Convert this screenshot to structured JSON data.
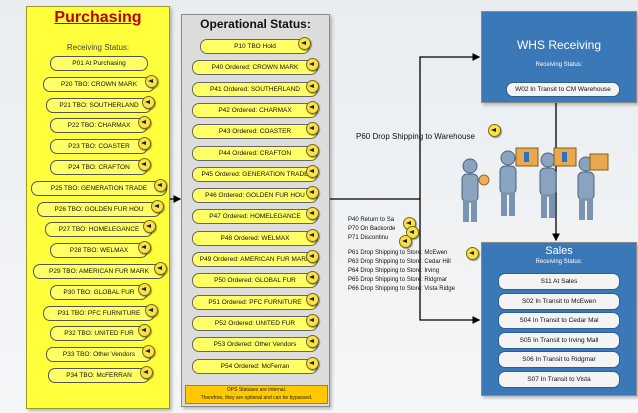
{
  "purchasing": {
    "title": "Purchasing",
    "subtitle": "Receiving Status:",
    "items": [
      "P01 At Purchasing",
      "P20 TBO: CROWN MARK",
      "P21 TBO: SOUTHERLAND",
      "P22 TBO: CHARMAX",
      "P23 TBO: COASTER",
      "P24 TBO: CRAFTON",
      "P25 TBO: GENERATION TRADE",
      "P26 TBO: GOLDEN FUR HOU",
      "P27 TBO: HOMELEGANCE",
      "P28 TBO: WELMAX",
      "P29 TBO: AMERICAN FUR MARK",
      "P30 TBO: GLOBAL FUR",
      "P31 TBO: PFC FURNITURE",
      "P32 TBO: UNITED FUR",
      "P33 TBO: Other Vendors",
      "P34 TBO: McFERRAN"
    ]
  },
  "operational": {
    "title": "Operational Status:",
    "items": [
      "P10 TBO Hold",
      "P40 Ordered: CROWN MARK",
      "P41 Ordered: SOUTHERLAND",
      "P42 Ordered: CHARMAX",
      "P43 Ordered: COASTER",
      "P44 Ordered: CRAFTON",
      "P45 Ordered: GENERATION TRADE",
      "P46 Ordered: GOLDEN FUR HOU",
      "P47 Ordered: HOMELEGANCE",
      "P48 Ordered: WELMAX",
      "P49 Ordered: AMERICAN FUR MARK",
      "P50 Ordered: GLOBAL FUR",
      "P51 Ordered: PFC FURNITURE",
      "P52 Ordered: UNITED FUR",
      "P53 Ordered: Other Vendors",
      "P54 Ordered: McFerran"
    ],
    "note_line1": "OPS Statuses are internal.",
    "note_line2": "Therefore, they are optional and can be bypassed."
  },
  "whs": {
    "title": "WHS Receiving",
    "subtitle": "Receiving Status:",
    "items": [
      "W02 In Transit to CM Warehouse"
    ]
  },
  "p60_label": "P60 Drop Shipping to Warehouse",
  "annotations": {
    "group1": [
      "P40 Return to Sa",
      "P70 On Backorde",
      "P71 Discontinu"
    ],
    "group2": [
      "P61 Drop Shipping to Store: McEwen",
      "P63 Drop Shipping to Store: Cedar Hill",
      "P64 Drop Shipping to Store: Irving",
      "P65 Drop Shipping to Store: Ridgmar",
      "P66 Drop Shipping to Store: Vista Ridge"
    ]
  },
  "sales": {
    "title": "Sales",
    "subtitle": "Receiving Status:",
    "items": [
      "S11 At Sales",
      "S02 In Transit to McEwen",
      "S04 In Transit to Cedar Mal",
      "S05 In Transit to Irving Mall",
      "S06 In Transit to Ridgmar",
      "S07 In Transit to Vista"
    ]
  },
  "colors": {
    "purchasing_bg": "#ffff3c",
    "title_red": "#c00000",
    "blue_panel": "#3b78b8",
    "note_orange": "#ffc800"
  }
}
